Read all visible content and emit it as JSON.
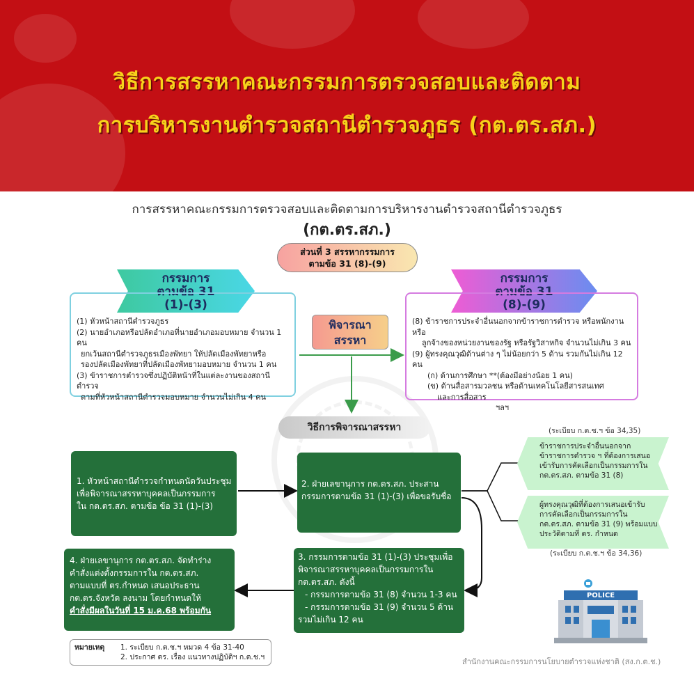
{
  "banner": {
    "title_line1": "วิธีการสรรหาคณะกรรมการตรวจสอบและติดตาม",
    "title_line2": "การบริหารงานตำรวจสถานีตำรวจภูธร (กต.ตร.สภ.)"
  },
  "diagram": {
    "title": "การสรรหาคณะกรรมการตรวจสอบและติดตามการบริหารงานตำรวจสถานีตำรวจภูธร",
    "subtitle": "(กต.ตร.สภ.)",
    "part3_line1": "ส่วนที่ 3 สรรหากรรมการ",
    "part3_line2": "ตามข้อ 31 (8)-(9)",
    "left_banner": [
      "กรรมการ",
      "ตามข้อ 31",
      "(1)-(3)"
    ],
    "right_banner": [
      "กรรมการ",
      "ตามข้อ 31",
      "(8)-(9)"
    ],
    "left_items": [
      "(1) หัวหน้าสถานีตำรวจภูธร",
      "(2) นายอำเภอหรือปลัดอำเภอที่นายอำเภอมอบหมาย จำนวน 1 คน",
      "ยกเว้นสถานีตำรวจภูธรเมืองพัทยา ให้ปลัดเมืองพัทยาหรือ",
      "รองปลัดเมืองพัทยาที่ปลัดเมืองพัทยามอบหมาย จำนวน 1 คน",
      "(3) ข้าราชการตำรวจซึ่งปฏิบัติหน้าที่ในแต่ละงานของสถานีตำรวจ",
      "ตามที่หัวหน้าสถานีตำรวจมอบหมาย จำนวนไม่เกิน 4 คน"
    ],
    "consider_line1": "พิจารณา",
    "consider_line2": "สรรหา",
    "right_items": [
      "(8) ข้าราชการประจำอื่นนอกจากข้าราชการตำรวจ หรือพนักงาน หรือ",
      "ลูกจ้างของหน่วยงานของรัฐ หรือรัฐวิสาหกิจ จำนวนไม่เกิน 3 คน",
      "(9) ผู้ทรงคุณวุฒิด้านต่าง ๆ ไม่น้อยกว่า 5 ด้าน รวมกันไม่เกิน 12 คน",
      "(ก) ด้านการศึกษา **(ต้องมีอย่างน้อย 1 คน)",
      "(ข) ด้านสื่อสารมวลชน หรือด้านเทคโนโลยีสารสนเทศ",
      "และการสื่อสาร",
      "ฯลฯ"
    ],
    "method_label": "วิธีการพิจารณาสรรหา",
    "step1": [
      "1. หัวหน้าสถานีตำรวจกำหนดนัดวันประชุม",
      "เพื่อพิจารณาสรรหาบุคคลเป็นกรรมการ",
      "ใน กต.ตร.สภ. ตามข้อ ข้อ 31 (1)-(3)"
    ],
    "step2": [
      "2. ฝ่ายเลขานุการ กต.ตร.สภ. ประสาน",
      "กรรมการตามข้อ 31 (1)-(3) เพื่อขอรับชื่อ"
    ],
    "step3": [
      "3. กรรมการตามข้อ 31 (1)-(3) ประชุมเพื่อ",
      "พิจารณาสรรหาบุคคลเป็นกรรมการใน",
      "กต.ตร.สภ. ดังนี้",
      "- กรรมการตามข้อ 31 (8) จำนวน 1-3 คน",
      "- กรรมการตามข้อ 31 (9) จำนวน 5 ด้าน",
      "รวมไม่เกิน 12 คน"
    ],
    "step4": [
      "4. ฝ่ายเลขานุการ กต.ตร.สภ. จัดทำร่าง",
      "คำสั่งแต่งตั้งกรรมการใน กต.ตร.สภ.",
      "ตามแบบที่ ตร.กำหนด เสนอประธาน",
      "กต.ตร.จังหวัด ลงนาม โดยกำหนดให้",
      "คำสั่งมีผลในวันที่ 15 ม.ค.68 พร้อมกัน"
    ],
    "ref_top": "(ระเบียบ ก.ต.ช.ฯ ข้อ 34,35)",
    "ribbon1": [
      "ข้าราชการประจำอื่นนอกจาก",
      "ข้าราชการตำรวจ ฯ ที่ต้องการเสนอ",
      "เข้ารับการคัดเลือกเป็นกรรมการใน",
      "กต.ตร.สภ. ตามข้อ 31 (8)"
    ],
    "ribbon2": [
      "ผู้ทรงคุณวุฒิที่ต้องการเสนอเข้ารับ",
      "การคัดเลือกเป็นกรรมการใน",
      "กต.ตร.สภ. ตามข้อ 31 (9) พร้อมแบบ",
      "ประวัติตามที่ ตร. กำหนด"
    ],
    "ref_bottom": "(ระเบียบ ก.ต.ช.ฯ ข้อ 34,36)",
    "note_label": "หมายเหตุ",
    "note_items": [
      "1. ระเบียบ ก.ต.ช.ฯ หมวด 4 ข้อ 31-40",
      "2. ประกาศ ตร. เรื่อง แนวทางปฏิบัติฯ ก.ต.ช.ฯ"
    ],
    "police_sign": "POLICE",
    "footer": "สำนักงานคณะกรรมการนโยบายตำรวจแห่งชาติ (สง.ก.ต.ช.)"
  },
  "colors": {
    "banner_red": "#c30f14",
    "title_yellow": "#f7d21b",
    "step_green": "#24703a",
    "ribbon_green": "#c9f3cf",
    "arrow_green": "#3a9b4a"
  }
}
